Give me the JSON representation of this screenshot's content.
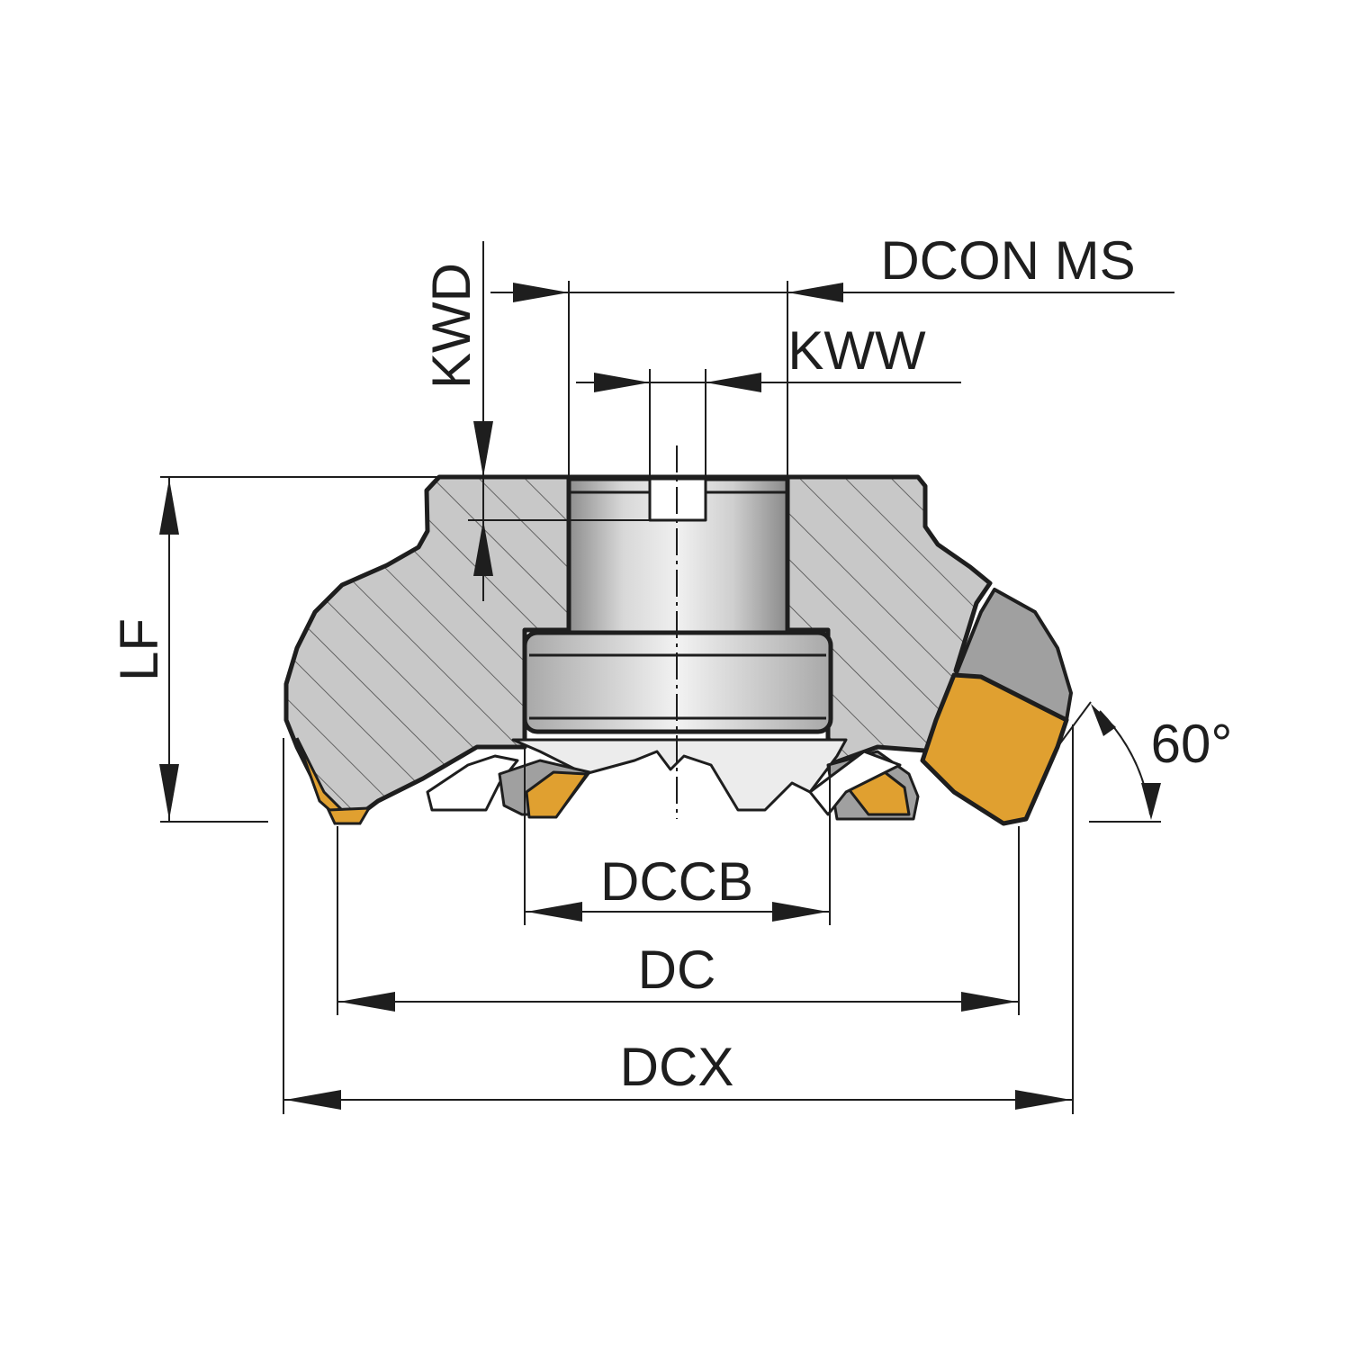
{
  "labels": {
    "dcon_ms": "DCON MS",
    "kww": "KWW",
    "kwd": "KWD",
    "lf": "LF",
    "angle": "60°",
    "dccb": "DCCB",
    "dc": "DC",
    "dcx": "DCX"
  },
  "colors": {
    "body": "#c8c8c8",
    "bore_light": "#e6e6e6",
    "bore_dark": "#9a9a9a",
    "insert": "#e0a030",
    "pocket": "#a0a0a0",
    "line": "#1e1e1e"
  }
}
